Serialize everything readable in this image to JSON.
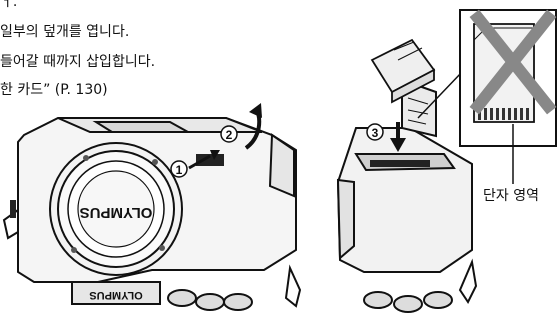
{
  "instructions": {
    "line1": "ㅓ.",
    "line2": "일부의 덮개를 엽니다.",
    "line3": "들어갈 때까지 삽입합니다.",
    "line4": "한 카드” (P. 130)"
  },
  "illustration": {
    "step_markers": [
      "1",
      "2",
      "3"
    ],
    "brand_text": "OLYMPUS",
    "callout_terminal": "단자 영역"
  }
}
